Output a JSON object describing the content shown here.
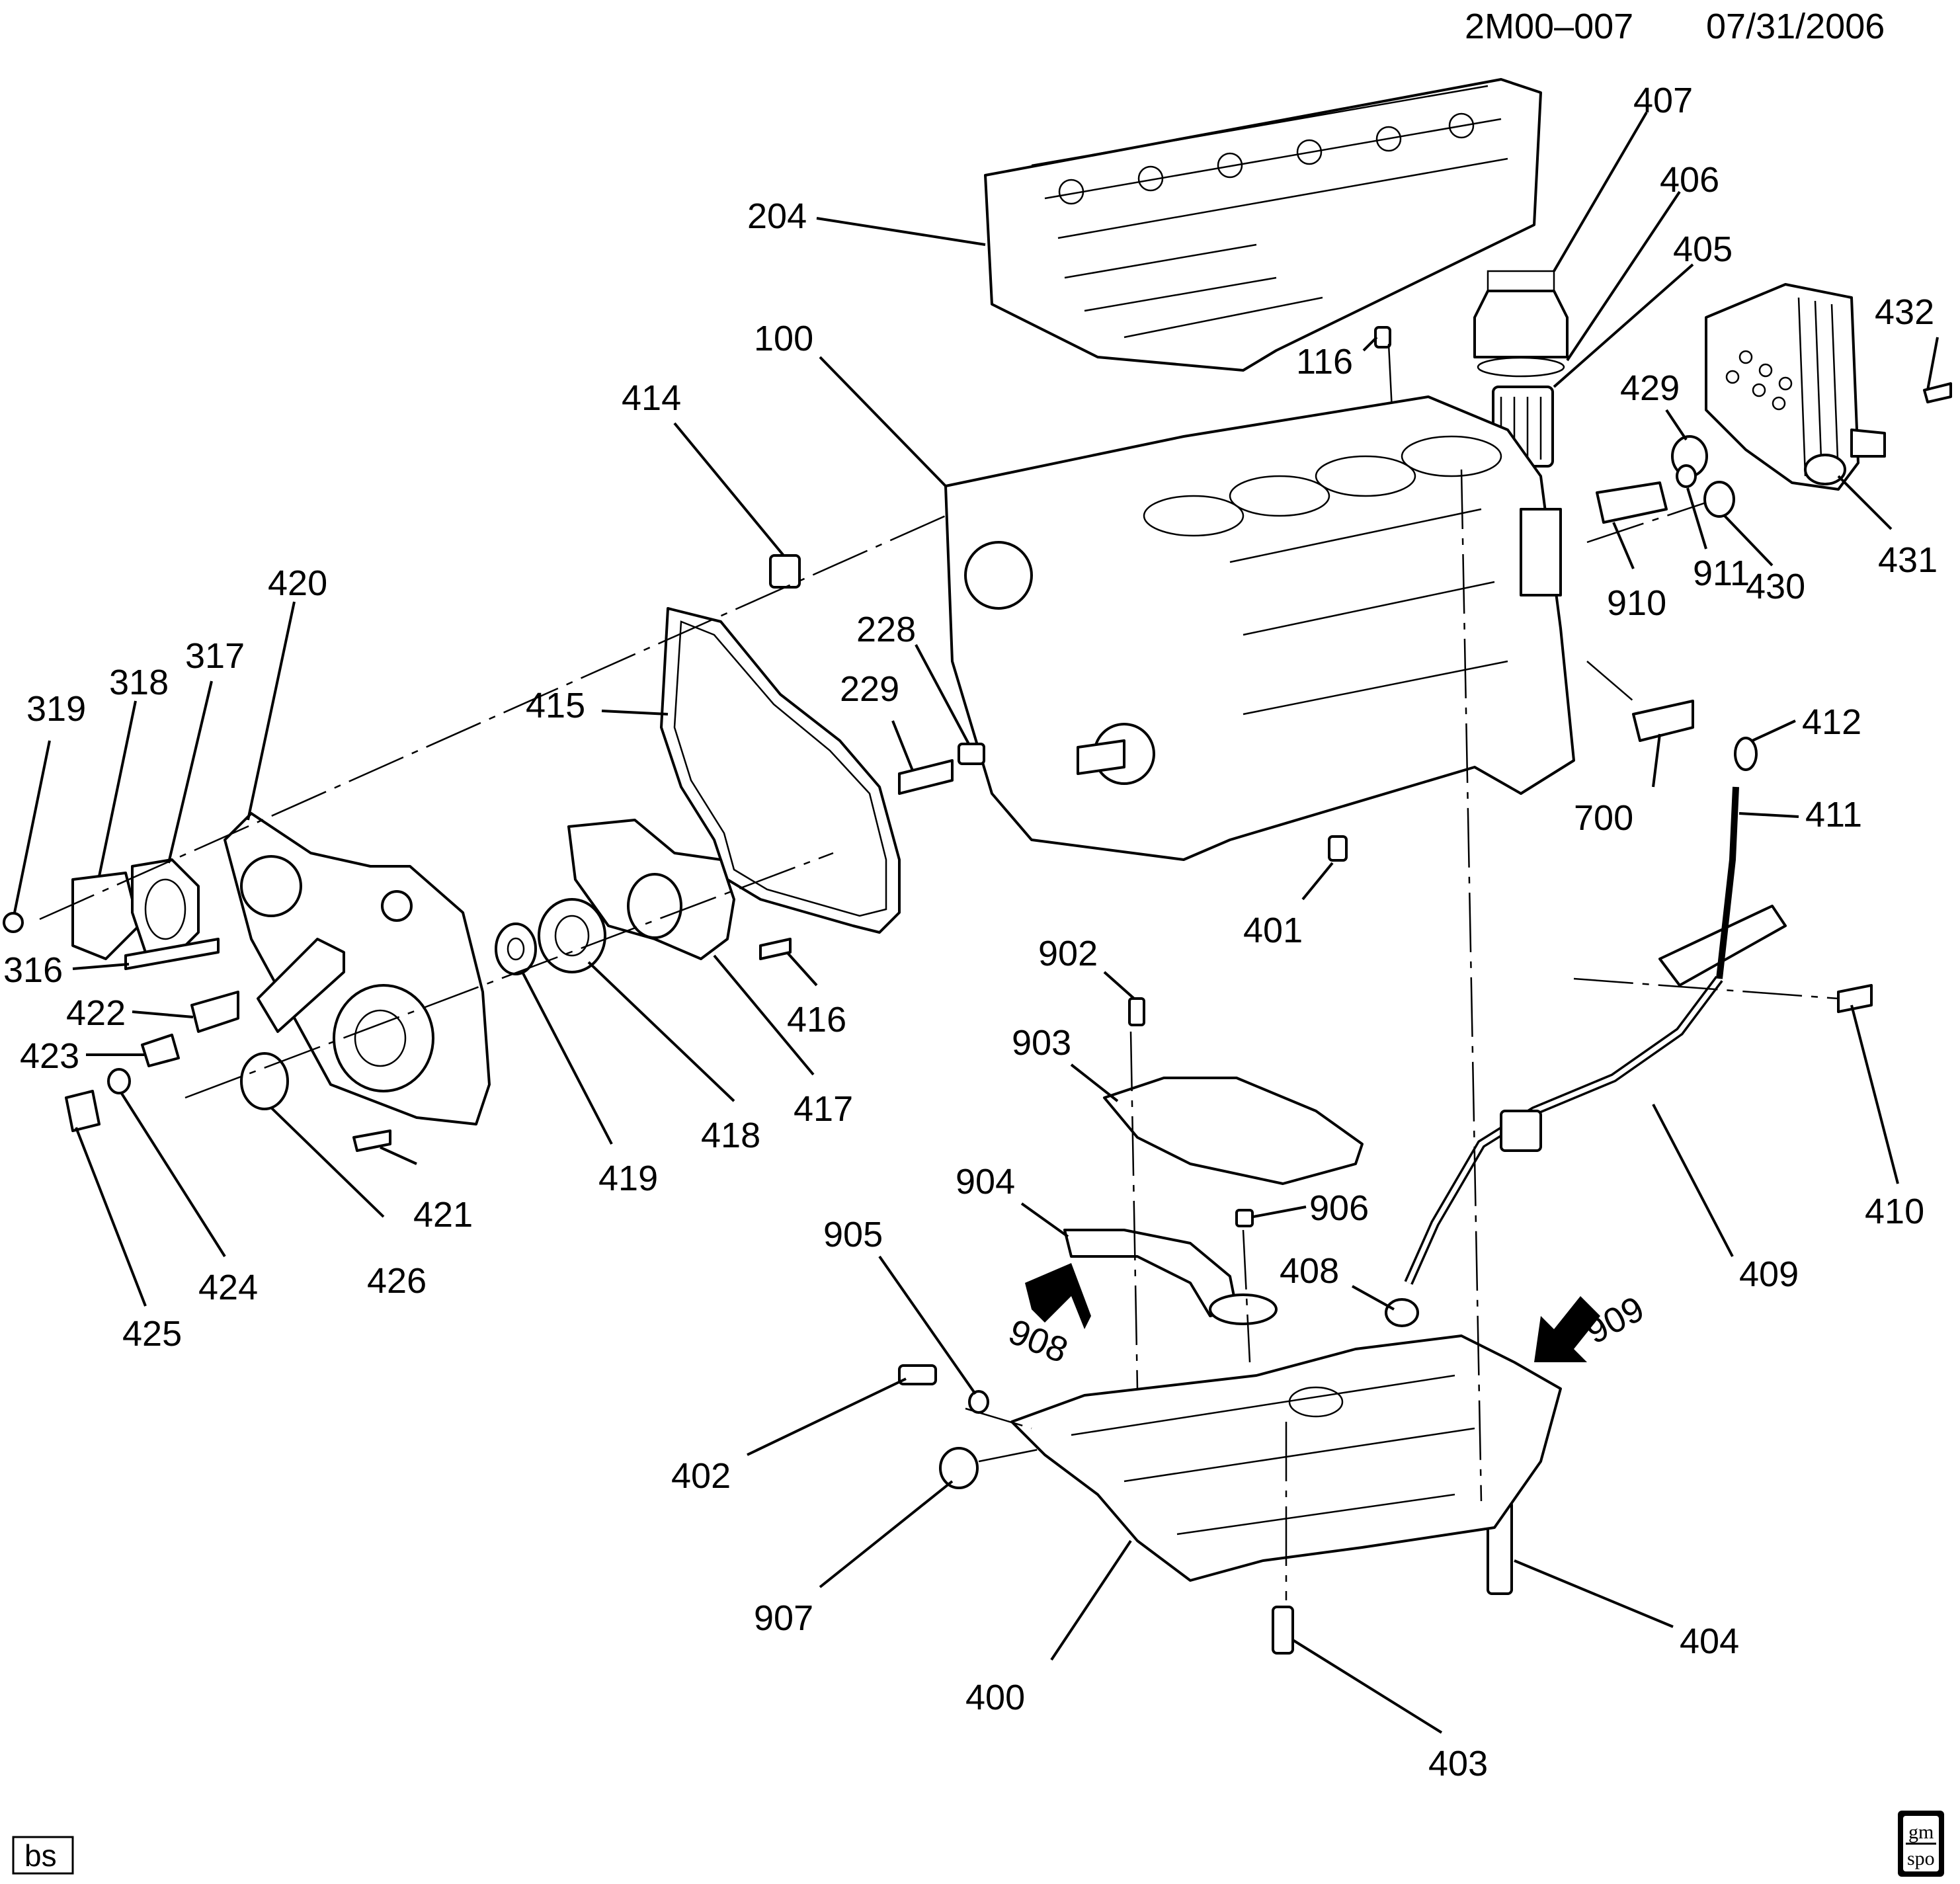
{
  "header": {
    "code": "2M00–007",
    "date": "07/31/2006"
  },
  "corner_badge": "bs",
  "labels": [
    "204",
    "407",
    "406",
    "405",
    "432",
    "116",
    "100",
    "414",
    "429",
    "431",
    "430",
    "911",
    "910",
    "420",
    "317",
    "318",
    "319",
    "415",
    "228",
    "229",
    "412",
    "411",
    "700",
    "401",
    "316",
    "422",
    "423",
    "416",
    "417",
    "418",
    "419",
    "902",
    "903",
    "410",
    "421",
    "424",
    "425",
    "426",
    "904",
    "906",
    "905",
    "408",
    "909",
    "908",
    "409",
    "402",
    "907",
    "404",
    "400",
    "403"
  ],
  "colors": {
    "ink": "#000000",
    "paper": "#ffffff"
  }
}
